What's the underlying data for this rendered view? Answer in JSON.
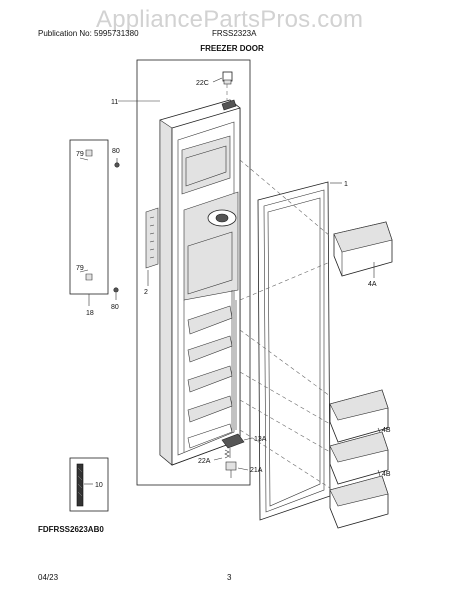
{
  "header": {
    "watermark": "AppliancePartsPros.com",
    "publication_label": "Publication No: 5995731380",
    "model": "FRSS2323A",
    "section_title": "FREEZER DOOR"
  },
  "callouts": {
    "door_panel": "11",
    "cap": "22C",
    "handle_assembly": "18",
    "handle_upper": "79",
    "handle_lower": "79",
    "screw_upper": "80",
    "screw_lower": "80",
    "trim": "2",
    "gasket": "1",
    "bin_upper": "4A",
    "bin_middle": "4B",
    "bin_lower": "4B",
    "actuator": "13A",
    "spring": "22A",
    "lever": "21A",
    "sticker": "10"
  },
  "footer": {
    "figure_code": "FDFRSS2623AB0",
    "date": "04/23",
    "page": "3"
  }
}
